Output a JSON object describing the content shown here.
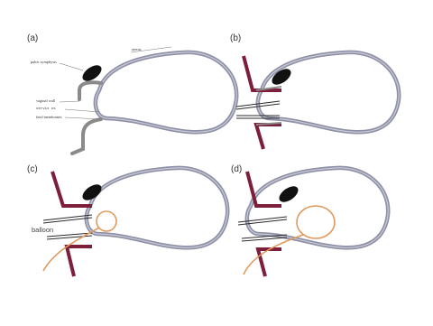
{
  "panels": {
    "a": "(a)",
    "b": "(b)",
    "c": "(c)",
    "d": "(d)"
  },
  "annotations": {
    "pubic_symphysis": "pubic symphysis",
    "uterus": "uterus",
    "vaginal_wall": "vaginal wall",
    "cervix_os": "cervix os",
    "fetal_membranes": "fetal membranes",
    "balloon": "balloon"
  },
  "colors": {
    "uterus_outline": "#8e90a6",
    "uterus_inner": "#ffffff",
    "vaginal_wall": "#8a8a8a",
    "speculum": "#7d1e3a",
    "catheter": "#2b2b2b",
    "balloon": "#e09a5e",
    "bone": "#111111"
  }
}
